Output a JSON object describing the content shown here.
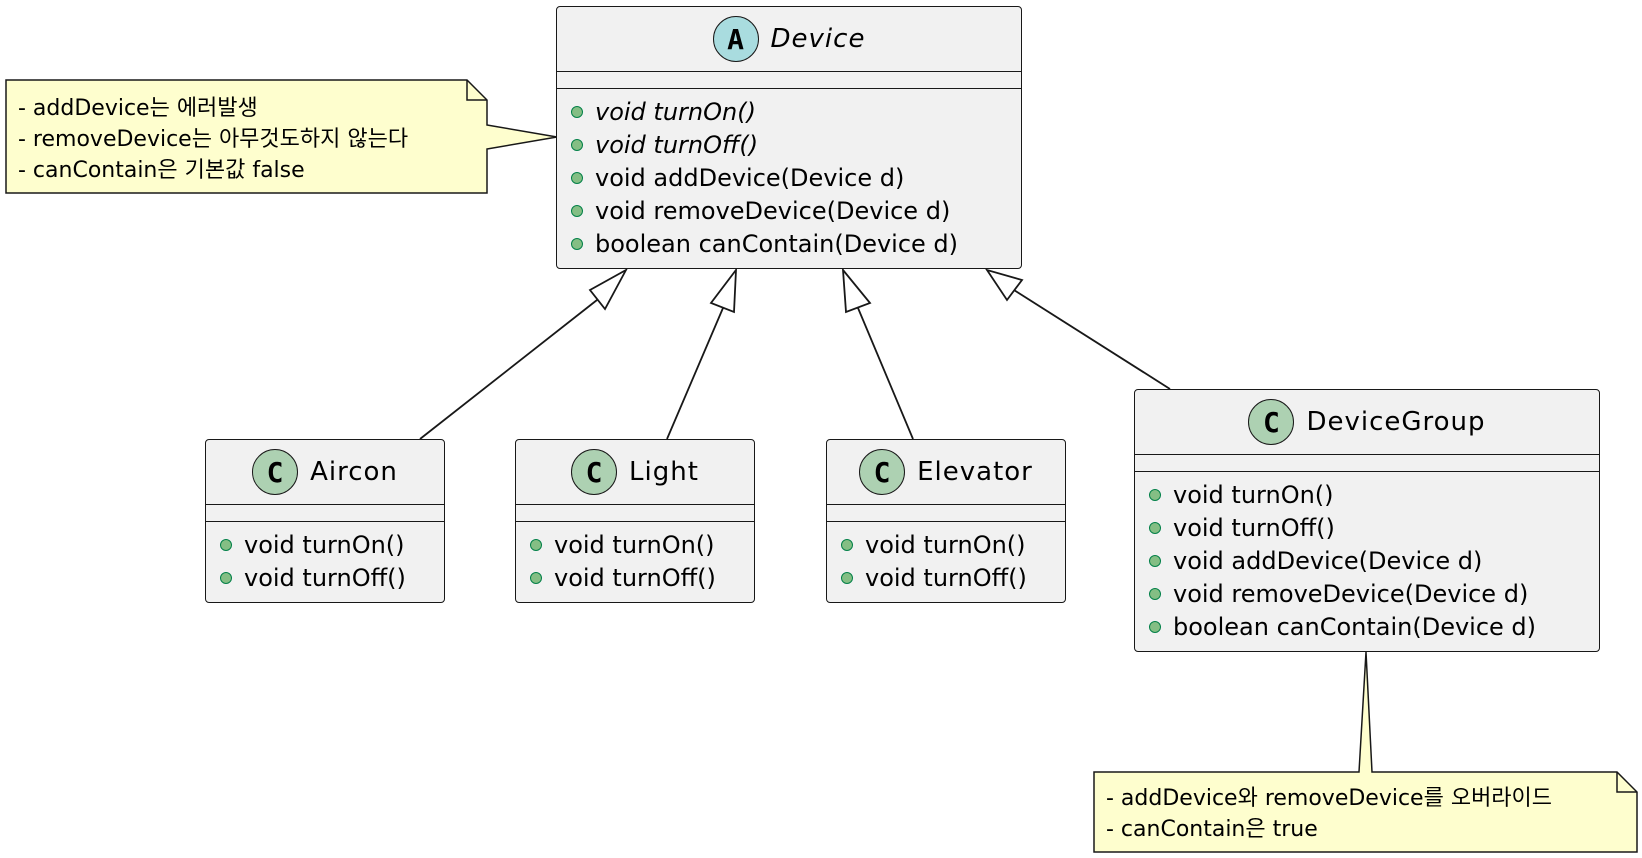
{
  "classes": {
    "device": {
      "stereotype": "A",
      "name": "Device",
      "methods": [
        "void turnOn()",
        "void turnOff()",
        "void addDevice(Device d)",
        "void removeDevice(Device d)",
        "boolean canContain(Device d)"
      ]
    },
    "aircon": {
      "stereotype": "C",
      "name": "Aircon",
      "methods": [
        "void turnOn()",
        "void turnOff()"
      ]
    },
    "light": {
      "stereotype": "C",
      "name": "Light",
      "methods": [
        "void turnOn()",
        "void turnOff()"
      ]
    },
    "elevator": {
      "stereotype": "C",
      "name": "Elevator",
      "methods": [
        "void turnOn()",
        "void turnOff()"
      ]
    },
    "devicegroup": {
      "stereotype": "C",
      "name": "DeviceGroup",
      "methods": [
        "void turnOn()",
        "void turnOff()",
        "void addDevice(Device d)",
        "void removeDevice(Device d)",
        "boolean canContain(Device d)"
      ]
    }
  },
  "notes": {
    "device_note": {
      "lines": [
        "- addDevice는 에러발생",
        "- removeDevice는 아무것도하지 않는다",
        "- canContain은 기본값 false"
      ]
    },
    "group_note": {
      "lines": [
        "- addDevice와 removeDevice를 오버라이드",
        "- canContain은 true"
      ]
    }
  },
  "colors": {
    "box_fill": "#f1f1f1",
    "border": "#181818",
    "class_badge": "#add1b2",
    "abstract_badge": "#a9dcdf",
    "note_fill": "#fefece",
    "public_dot": "#84be84"
  }
}
